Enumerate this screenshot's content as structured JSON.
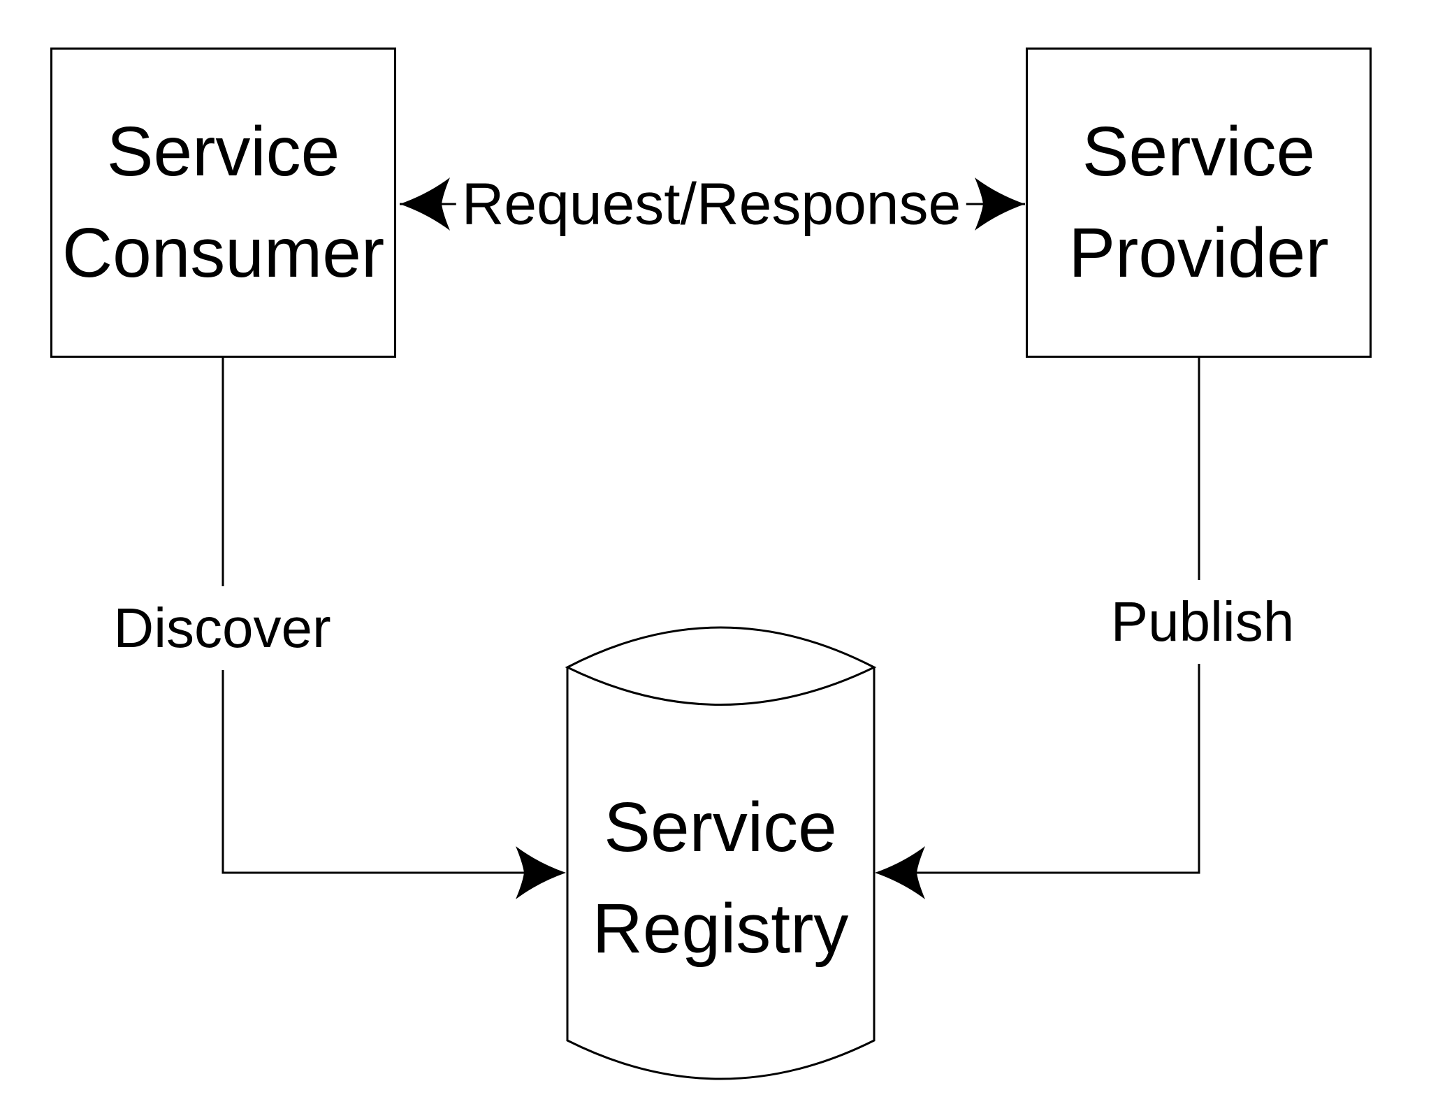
{
  "diagram": {
    "nodes": {
      "consumer": {
        "lines": [
          "Service",
          "Consumer"
        ]
      },
      "provider": {
        "lines": [
          "Service",
          "Provider"
        ]
      },
      "registry": {
        "lines": [
          "Service",
          "Registry"
        ]
      }
    },
    "edges": {
      "request_response": {
        "label": "Request/Response"
      },
      "discover": {
        "label": "Discover"
      },
      "publish": {
        "label": "Publish"
      }
    },
    "colors": {
      "ink": "#000000",
      "background": "#ffffff"
    }
  }
}
